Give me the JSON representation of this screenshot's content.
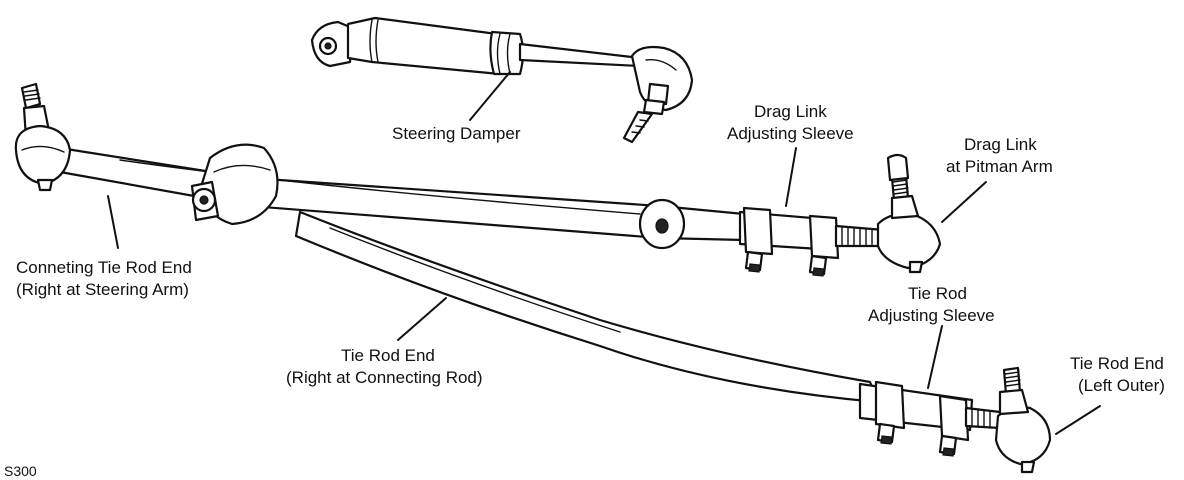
{
  "figure_code": "S300",
  "labels": {
    "steering_damper": "Steering Damper",
    "drag_link_sleeve_line1": "Drag Link",
    "drag_link_sleeve_line2": "Adjusting Sleeve",
    "drag_link_pitman_line1": "Drag Link",
    "drag_link_pitman_line2": "at Pitman Arm",
    "connecting_end_line1": "Conneting Tie Rod End",
    "connecting_end_line2": "(Right at Steering Arm)",
    "tie_rod_right_line1": "Tie Rod End",
    "tie_rod_right_line2": "(Right at Connecting Rod)",
    "tie_rod_sleeve_line1": "Tie Rod",
    "tie_rod_sleeve_line2": "Adjusting Sleeve",
    "tie_rod_left_line1": "Tie Rod End",
    "tie_rod_left_line2": "(Left Outer)"
  },
  "colors": {
    "ink": "#111111",
    "background": "#ffffff"
  }
}
